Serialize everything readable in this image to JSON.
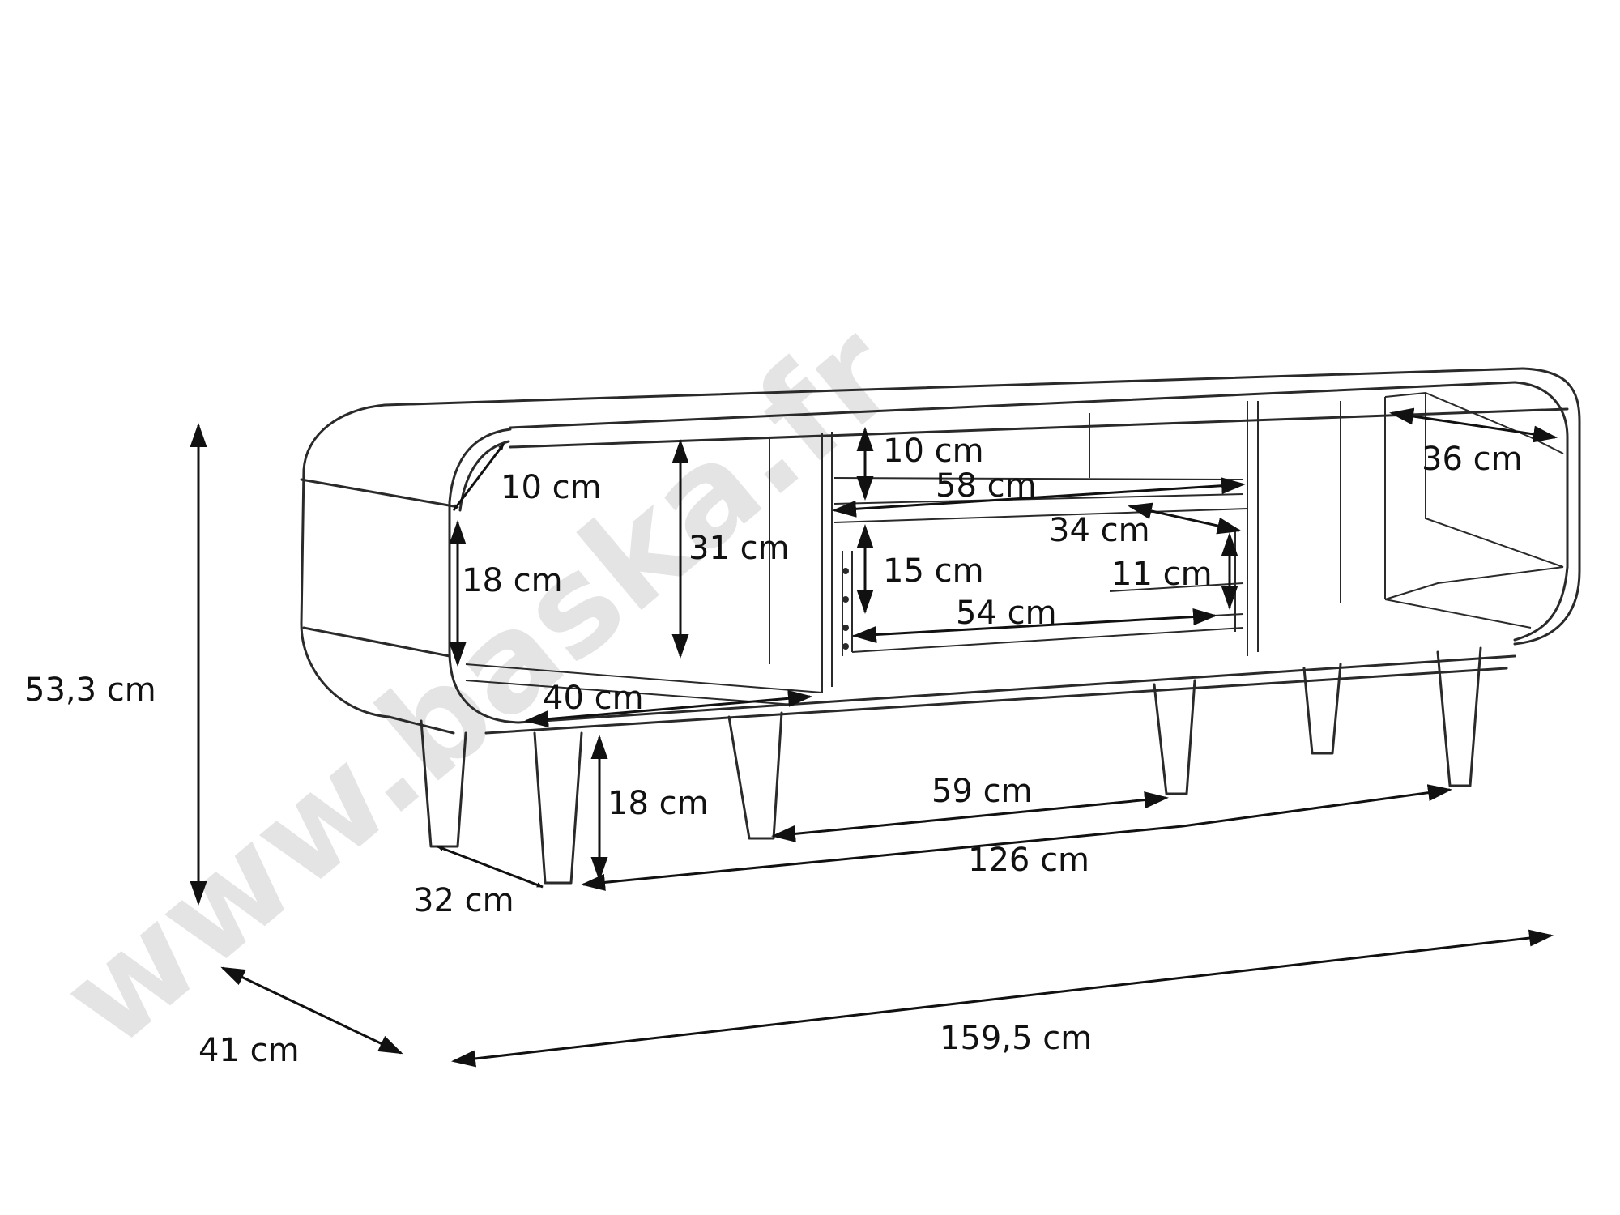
{
  "watermark": "www.baska.fr",
  "dimensions": {
    "overall_height": "53,3 cm",
    "overall_depth": "41 cm",
    "overall_width": "159,5 cm",
    "corner_radius": "10 cm",
    "left_niche_side_height": "18 cm",
    "left_compartment_height": "31 cm",
    "left_compartment_depth": "40 cm",
    "leg_height": "18 cm",
    "leg_depth_spacing": "32 cm",
    "leg_width_spacing": "126 cm",
    "leg_inner_spacing": "59 cm",
    "upper_shelf_height": "10 cm",
    "upper_shelf_width": "58 cm",
    "drawer_depth": "34 cm",
    "drawer_height": "15 cm",
    "drawer_side_height": "11 cm",
    "drawer_width": "54 cm",
    "right_niche_depth": "36 cm"
  }
}
